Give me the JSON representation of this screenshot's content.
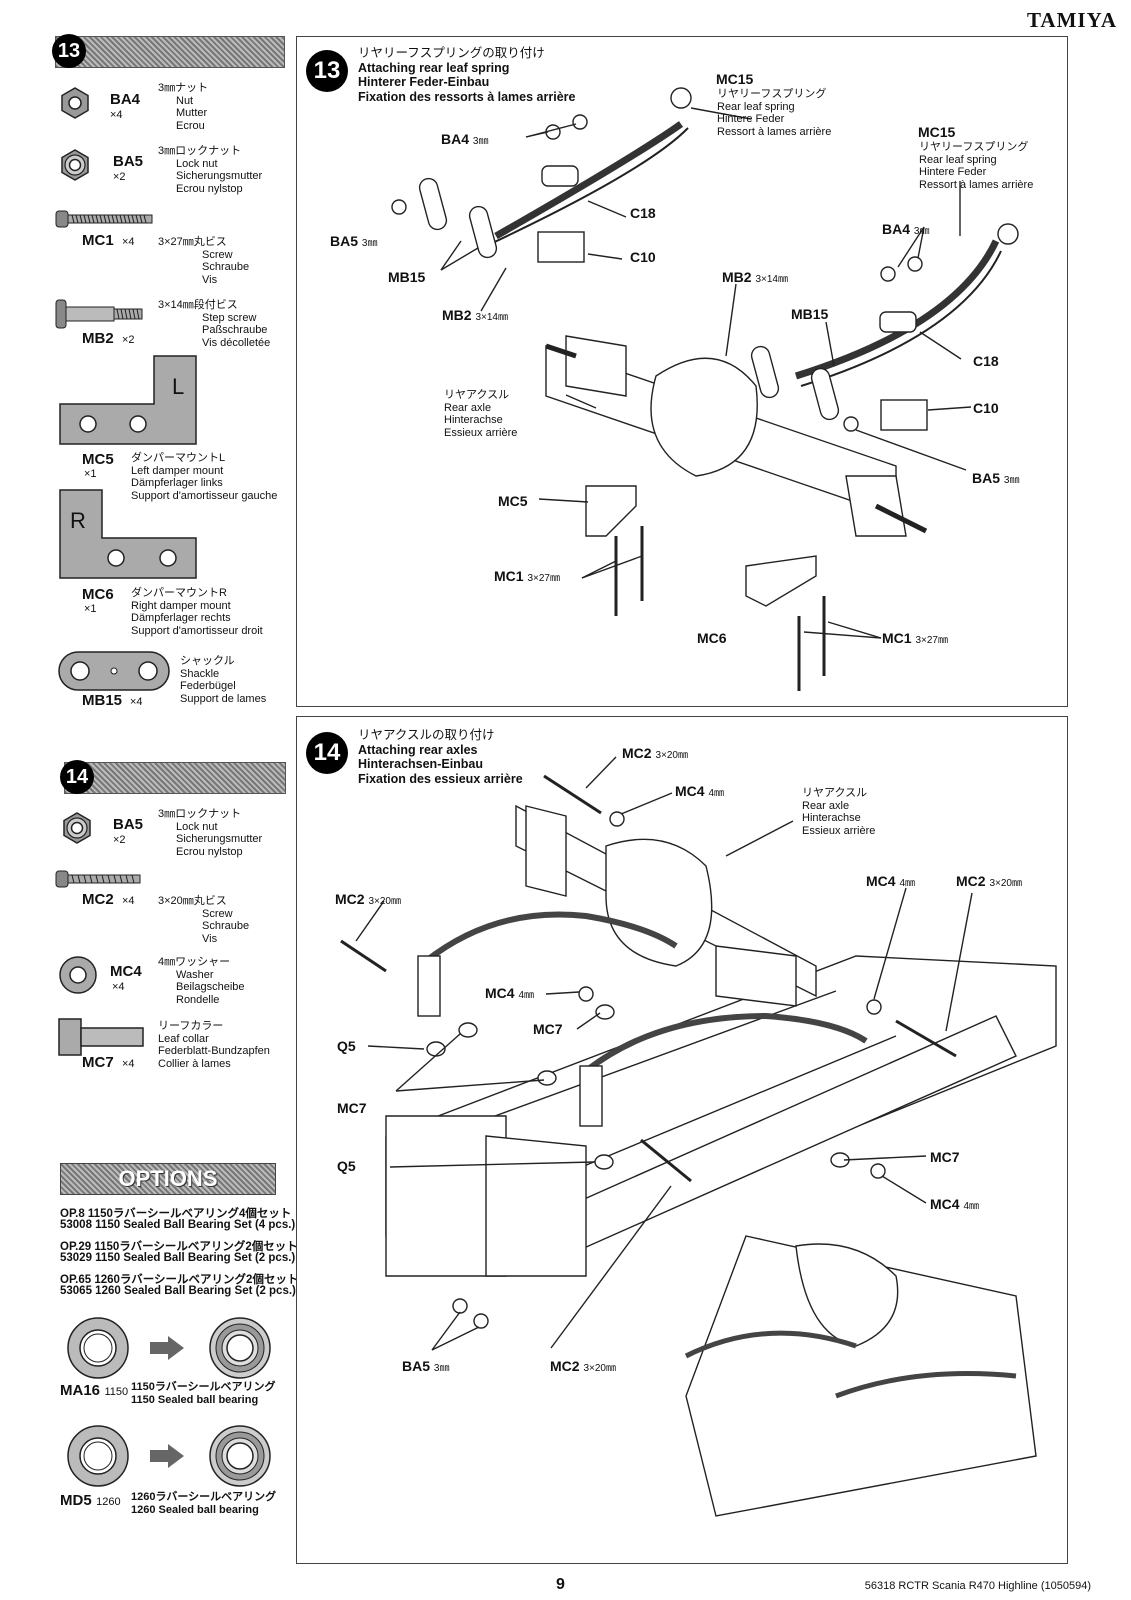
{
  "brand": "TAMIYA",
  "footer": {
    "page_number": "9",
    "model": "56318 RCTR Scania R470 Highline (1050594)"
  },
  "step13": {
    "number": "13",
    "parts": [
      {
        "code": "BA4",
        "qty": "×4",
        "desc": [
          "3㎜ナット",
          "Nut",
          "Mutter",
          "Ecrou"
        ],
        "icon": "nut-icon"
      },
      {
        "code": "BA5",
        "qty": "×2",
        "desc": [
          "3㎜ロックナット",
          "Lock nut",
          "Sicherungsmutter",
          "Ecrou nylstop"
        ],
        "icon": "lock-nut-icon"
      },
      {
        "code": "MC1",
        "qty": "×4",
        "desc": [
          "3×27㎜丸ビス",
          "Screw",
          "Schraube",
          "Vis"
        ],
        "icon": "screw-icon"
      },
      {
        "code": "MB2",
        "qty": "×2",
        "desc": [
          "3×14㎜段付ビス",
          "Step screw",
          "Paßschraube",
          "Vis décolletée"
        ],
        "icon": "step-screw-icon"
      },
      {
        "code": "MC5",
        "qty": "×1",
        "desc": [
          "ダンパーマウントL",
          "Left damper mount",
          "Dämpferlager links",
          "Support d'amortisseur gauche"
        ],
        "icon": "damper-mount-left-icon",
        "plate_letter": "L"
      },
      {
        "code": "MC6",
        "qty": "×1",
        "desc": [
          "ダンパーマウントR",
          "Right damper mount",
          "Dämpferlager rechts",
          "Support d'amortisseur droit"
        ],
        "icon": "damper-mount-right-icon",
        "plate_letter": "R"
      },
      {
        "code": "MB15",
        "qty": "×4",
        "desc": [
          "シャックル",
          "Shackle",
          "Federbügel",
          "Support de lames"
        ],
        "icon": "shackle-icon"
      }
    ],
    "title": [
      "リヤリーフスプリングの取り付け",
      "Attaching rear leaf spring",
      "Hinterer Feder-Einbau",
      "Fixation des ressorts à lames arrière"
    ],
    "callouts": {
      "mc15_a": {
        "code": "MC15",
        "desc": [
          "リヤリーフスプリング",
          "Rear leaf spring",
          "Hintere Feder",
          "Ressort à lames arrière"
        ]
      },
      "mc15_b": {
        "code": "MC15",
        "desc": [
          "リヤリーフスプリング",
          "Rear leaf spring",
          "Hintere Feder",
          "Ressort à lames arrière"
        ]
      },
      "ba4_a": {
        "code": "BA4",
        "size": "3㎜"
      },
      "ba4_b": {
        "code": "BA4",
        "size": "3㎜"
      },
      "c18_a": "C18",
      "c18_b": "C18",
      "c10_a": "C10",
      "c10_b": "C10",
      "ba5_a": {
        "code": "BA5",
        "size": "3㎜"
      },
      "ba5_b": {
        "code": "BA5",
        "size": "3㎜"
      },
      "mb15_a": "MB15",
      "mb15_b": "MB15",
      "mb2_a": {
        "code": "MB2",
        "size": "3×14㎜"
      },
      "mb2_b": {
        "code": "MB2",
        "size": "3×14㎜"
      },
      "rear_axle": [
        "リヤアクスル",
        "Rear axle",
        "Hinterachse",
        "Essieux arrière"
      ],
      "mc5": "MC5",
      "mc6": "MC6",
      "mc1_a": {
        "code": "MC1",
        "size": "3×27㎜"
      },
      "mc1_b": {
        "code": "MC1",
        "size": "3×27㎜"
      }
    }
  },
  "step14": {
    "number": "14",
    "parts": [
      {
        "code": "BA5",
        "qty": "×2",
        "desc": [
          "3㎜ロックナット",
          "Lock nut",
          "Sicherungsmutter",
          "Ecrou nylstop"
        ],
        "icon": "lock-nut-icon"
      },
      {
        "code": "MC2",
        "qty": "×4",
        "desc": [
          "3×20㎜丸ビス",
          "Screw",
          "Schraube",
          "Vis"
        ],
        "icon": "screw-icon"
      },
      {
        "code": "MC4",
        "qty": "×4",
        "desc": [
          "4㎜ワッシャー",
          "Washer",
          "Beilagscheibe",
          "Rondelle"
        ],
        "icon": "washer-icon"
      },
      {
        "code": "MC7",
        "qty": "×4",
        "desc": [
          "リーフカラー",
          "Leaf collar",
          "Federblatt-Bundzapfen",
          "Collier à lames"
        ],
        "icon": "leaf-collar-icon"
      }
    ],
    "title": [
      "リヤアクスルの取り付け",
      "Attaching rear axles",
      "Hinterachsen-Einbau",
      "Fixation des essieux arrière"
    ],
    "callouts": {
      "mc2_top": {
        "code": "MC2",
        "size": "3×20㎜"
      },
      "mc4_top": {
        "code": "MC4",
        "size": "4㎜"
      },
      "rear_axle": [
        "リヤアクスル",
        "Rear axle",
        "Hinterachse",
        "Essieux arrière"
      ],
      "mc4_right": {
        "code": "MC4",
        "size": "4㎜"
      },
      "mc2_right": {
        "code": "MC2",
        "size": "3×20㎜"
      },
      "mc2_left": {
        "code": "MC2",
        "size": "3×20㎜"
      },
      "mc4_mid": {
        "code": "MC4",
        "size": "4㎜"
      },
      "mc7_mid": "MC7",
      "q5_a": "Q5",
      "mc7_left": "MC7",
      "q5_b": "Q5",
      "mc7_right": "MC7",
      "mc4_bottom": {
        "code": "MC4",
        "size": "4㎜"
      },
      "ba5": {
        "code": "BA5",
        "size": "3㎜"
      },
      "mc2_bottom": {
        "code": "MC2",
        "size": "3×20㎜"
      }
    }
  },
  "options": {
    "banner": "OPTIONS",
    "lines": [
      "OP.8 1150ラバーシールベアリング4個セット",
      "53008 1150 Sealed Ball Bearing Set (4 pcs.)",
      "OP.29 1150ラバーシールベアリング2個セット",
      "53029 1150 Sealed Ball Bearing Set (2 pcs.)",
      "OP.65 1260ラバーシールベアリング2個セット",
      "53065 1260 Sealed Ball Bearing Set (2 pcs.)"
    ],
    "bearings": [
      {
        "code": "MA16",
        "size": "1150",
        "desc": [
          "1150ラバーシールベアリング",
          "1150 Sealed ball bearing"
        ]
      },
      {
        "code": "MD5",
        "size": "1260",
        "desc": [
          "1260ラバーシールベアリング",
          "1260 Sealed ball bearing"
        ]
      }
    ]
  }
}
